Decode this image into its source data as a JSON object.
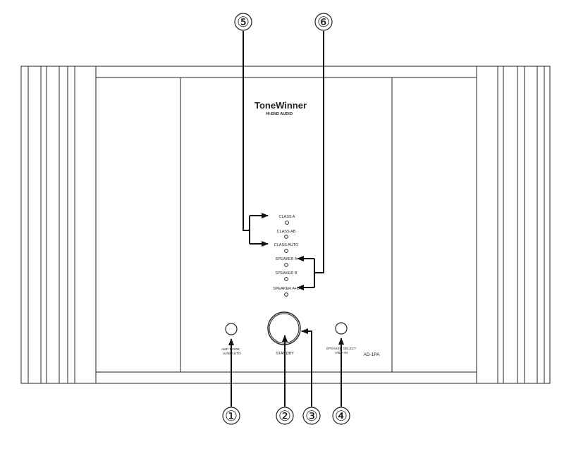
{
  "brand": {
    "name": "ToneWinner",
    "tagline": "HI-END AUDIO"
  },
  "model": "AD-1PA",
  "indicators": [
    {
      "label": "CLASS A"
    },
    {
      "label": "CLASS AB"
    },
    {
      "label": "CLASS AUTO"
    },
    {
      "label": "SPEAKER A"
    },
    {
      "label": "SPEAKER B"
    },
    {
      "label": "SPEAKER A+B"
    }
  ],
  "controls": {
    "amp_mode": {
      "line1": "AMP MODE",
      "line2": "A/AB/AUTO"
    },
    "standby": {
      "label": "STANDBY"
    },
    "speaker_select": {
      "line1": "SPEAKER SELECT",
      "line2": "A/B/A+B"
    }
  },
  "callouts": [
    "①",
    "②",
    "③",
    "④",
    "⑤",
    "⑥"
  ]
}
